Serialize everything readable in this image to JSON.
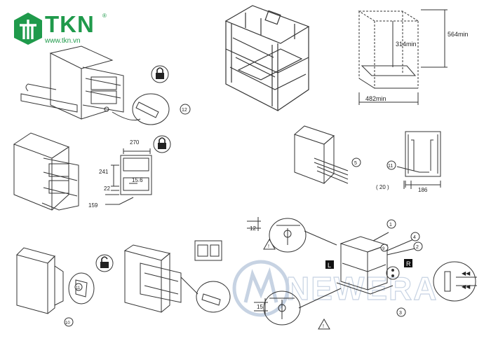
{
  "brand": {
    "name": "TKN",
    "registered": "®",
    "url": "www.tkn.vn",
    "color": "#1f9a4b"
  },
  "watermark": "NEWERA",
  "dimensions": {
    "cabinet_height": "564min",
    "cabinet_inner_height": "314min",
    "cabinet_width": "482min",
    "frame_width": "270",
    "frame_241": "241",
    "frame_22": "22",
    "frame_15_6": "15.6",
    "frame_159": "159",
    "rail_20": "( 20 )",
    "rail_186": "186",
    "screw_12": "12",
    "screw_15": "15"
  },
  "callouts": {
    "c1": "1",
    "c2": "2",
    "c3": "3",
    "c4": "4",
    "c5": "5",
    "c9": "9",
    "c10": "10",
    "c11a": "11",
    "c11b": "11",
    "c12": "12"
  },
  "side_labels": {
    "left": "L",
    "right": "R"
  },
  "icons": [
    "lock-icon",
    "warning-icon",
    "lock-icon",
    "unlock-icon"
  ]
}
